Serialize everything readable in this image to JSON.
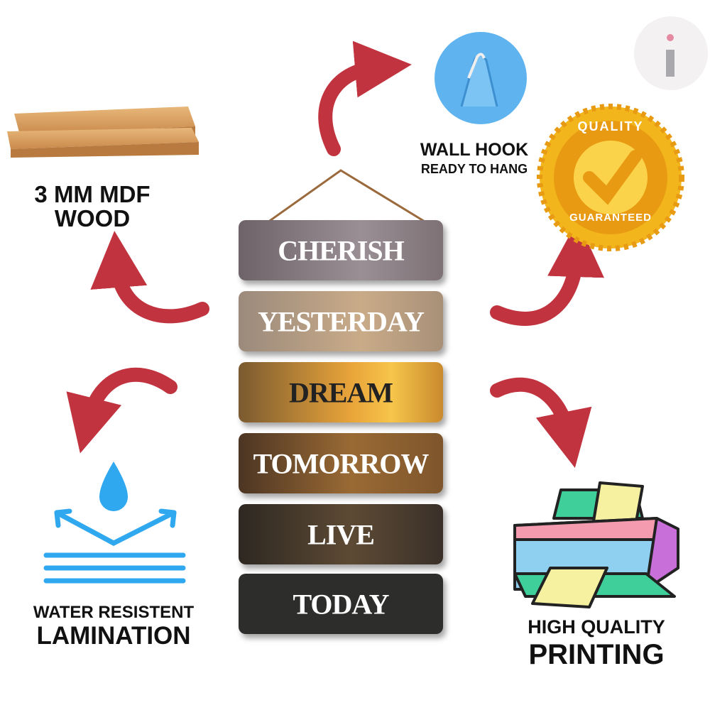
{
  "labels": {
    "mdf_line1": "3 MM MDF",
    "mdf_line2": "WOOD",
    "hook_title": "WALL HOOK",
    "hook_sub": "READY TO HANG",
    "water_line1": "WATER RESISTENT",
    "water_line2": "LAMINATION",
    "print_line1": "HIGH QUALITY",
    "print_line2": "PRINTING"
  },
  "badge": {
    "top": "QUALITY",
    "bottom": "GUARANTEED"
  },
  "planks": [
    "CHERISH",
    "YESTERDAY",
    "DREAM",
    "TOMORROW",
    "LIVE",
    "TODAY"
  ],
  "colors": {
    "arrow": "#c1343f",
    "badge": "#f3b51c",
    "hook": "#5fb4ef",
    "water": "#2fa8f0"
  }
}
